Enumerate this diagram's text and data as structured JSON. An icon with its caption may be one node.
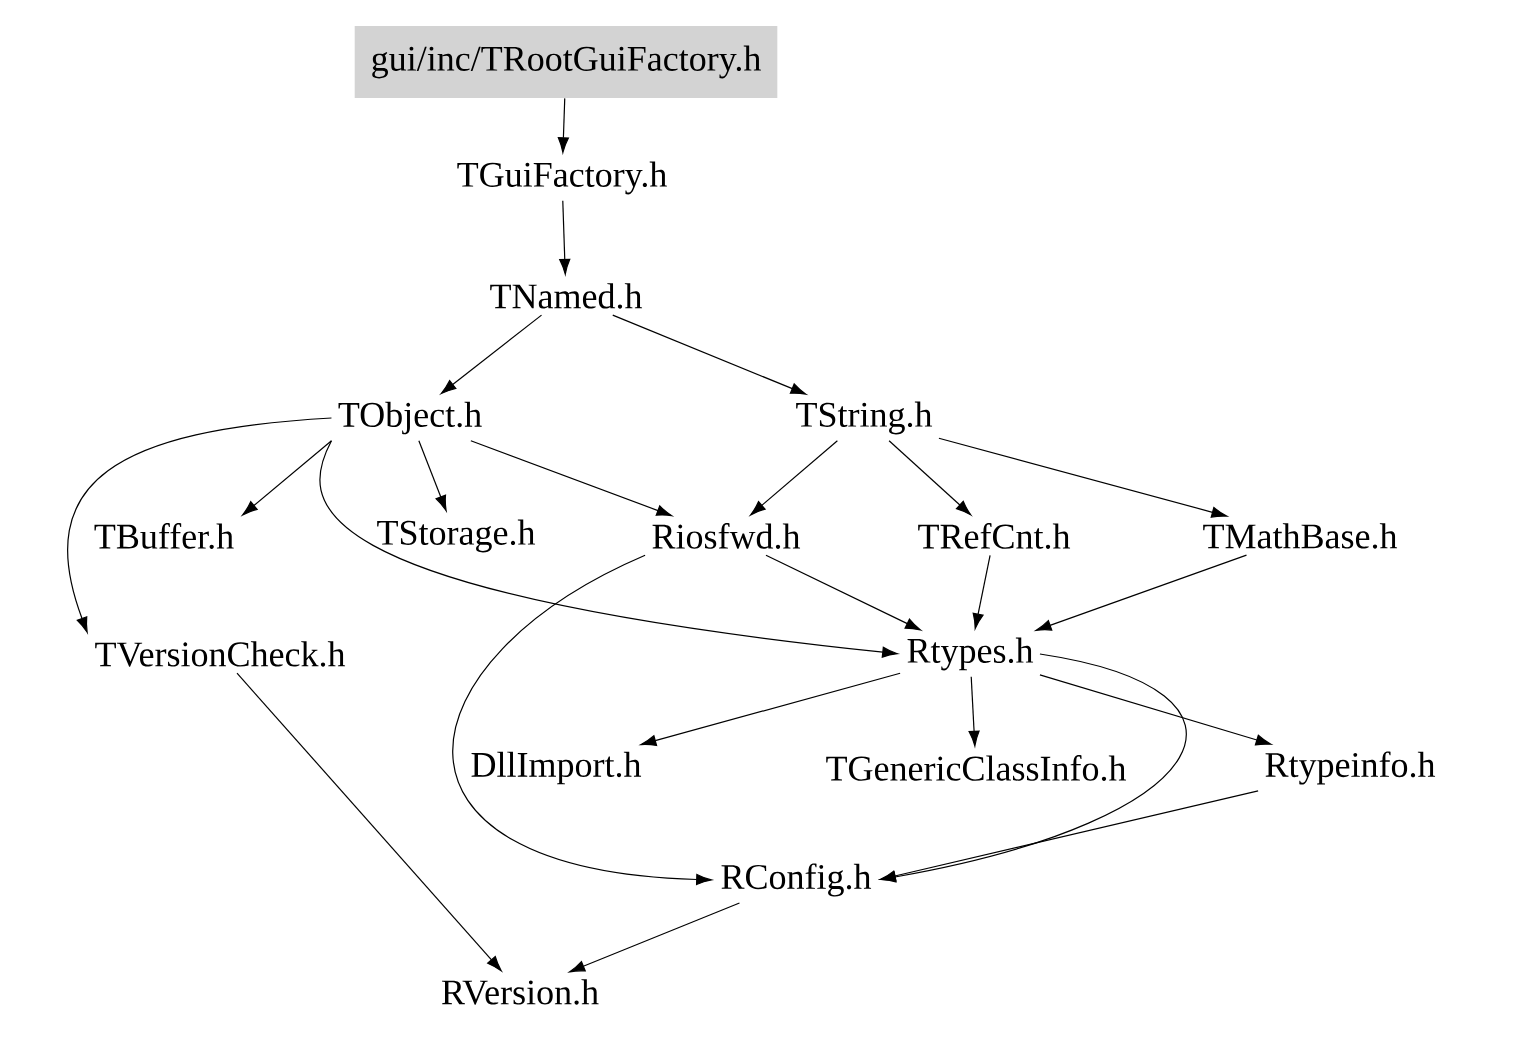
{
  "diagram": {
    "nodes": [
      {
        "text": [
          "gui/inc/TRootGuiFactory.h"
        ]
      },
      {
        "text": [
          "TGuiFactory.h"
        ]
      },
      {
        "text": [
          "TNamed.h"
        ]
      },
      {
        "text": [
          "TObject.h"
        ]
      },
      {
        "text": [
          "TString.h"
        ]
      },
      {
        "text": [
          "TBuffer.h"
        ]
      },
      {
        "text": [
          "TStorage.h"
        ]
      },
      {
        "text": [
          "Riosfwd.h"
        ]
      },
      {
        "text": [
          "TRefCnt.h"
        ]
      },
      {
        "text": [
          "TMathBase.h"
        ]
      },
      {
        "text": [
          "TVersionCheck.h"
        ]
      },
      {
        "text": [
          "Rtypes.h"
        ]
      },
      {
        "text": [
          "DllImport.h"
        ]
      },
      {
        "text": [
          "TGenericClassInfo.h"
        ]
      },
      {
        "text": [
          "Rtypeinfo.h"
        ]
      },
      {
        "text": [
          "RConfig.h"
        ]
      },
      {
        "text": [
          "RVersion.h"
        ]
      }
    ],
    "edges": [
      {
        "from": 0,
        "to": 1,
        "arrow": "to"
      },
      {
        "from": 1,
        "to": 2,
        "arrow": "to"
      },
      {
        "from": 2,
        "to": 3,
        "arrow": "to"
      },
      {
        "from": 2,
        "to": 4,
        "arrow": "to"
      },
      {
        "from": 3,
        "to": 5,
        "arrow": "to"
      },
      {
        "from": 3,
        "to": 6,
        "arrow": "to"
      },
      {
        "from": 3,
        "to": 7,
        "arrow": "to"
      },
      {
        "from": 3,
        "to": 10,
        "arrow": "to"
      },
      {
        "from": 3,
        "to": 11,
        "arrow": "to"
      },
      {
        "from": 4,
        "to": 7,
        "arrow": "to"
      },
      {
        "from": 4,
        "to": 8,
        "arrow": "to"
      },
      {
        "from": 4,
        "to": 9,
        "arrow": "to"
      },
      {
        "from": 7,
        "to": 11,
        "arrow": "to"
      },
      {
        "from": 7,
        "to": 15,
        "arrow": "to"
      },
      {
        "from": 8,
        "to": 11,
        "arrow": "to"
      },
      {
        "from": 9,
        "to": 11,
        "arrow": "to"
      },
      {
        "from": 10,
        "to": 16,
        "arrow": "to"
      },
      {
        "from": 11,
        "to": 12,
        "arrow": "to"
      },
      {
        "from": 11,
        "to": 13,
        "arrow": "to"
      },
      {
        "from": 11,
        "to": 14,
        "arrow": "to"
      },
      {
        "from": 11,
        "to": 15,
        "arrow": "to"
      },
      {
        "from": 14,
        "to": 15,
        "arrow": "to"
      },
      {
        "from": 15,
        "to": 16,
        "arrow": "to"
      }
    ]
  }
}
